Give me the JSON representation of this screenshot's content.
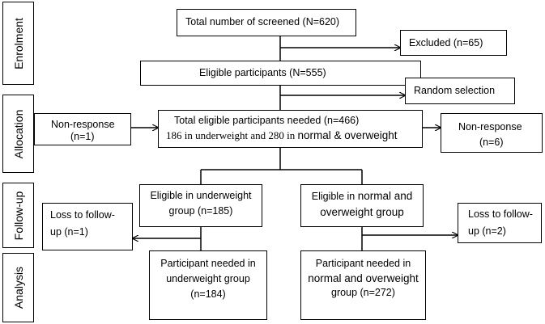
{
  "stages": {
    "enrolment": "Enrolment",
    "allocation": "Allocation",
    "follow_up": "Follow-up",
    "analysis": "Analysis"
  },
  "boxes": {
    "screened": "Total number of screened (N=620)",
    "excluded": "Excluded (n=65)",
    "eligible": "Eligible participants (N=555)",
    "random_selection": "Random selection",
    "needed_line1": "Total eligible participants needed (n=466)",
    "needed_line2a": "186 in underweight and 280 in ",
    "needed_line2b": "normal & overweight",
    "nonresponse_left_line1": "Non-response",
    "nonresponse_left_line2": "(n=1)",
    "nonresponse_right_line1": "Non-response",
    "nonresponse_right_line2": "(n=6)",
    "underweight_line1": "Eligible in underweight",
    "underweight_line2": "group (n=185)",
    "normal_line1a": "Eligible in ",
    "normal_line1b": "normal and",
    "normal_line2": "overweight group",
    "loss_left_line1": "Loss to follow-",
    "loss_left_line2": "up (n=1)",
    "loss_right_line1": "Loss to follow-",
    "loss_right_line2": "up (n=2)",
    "analysis_under_line1": "Participant needed in",
    "analysis_under_line2": "underweight group",
    "analysis_under_line3": "(n=184)",
    "analysis_normal_line1": "Participant needed in",
    "analysis_normal_line2": "normal and overweight",
    "analysis_normal_line3": "group (n=272)"
  }
}
